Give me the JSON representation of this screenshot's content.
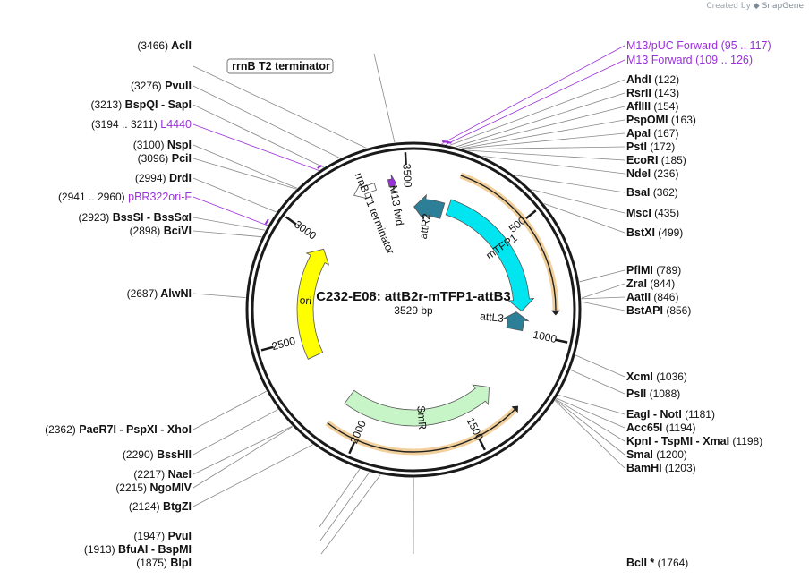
{
  "credit": {
    "prefix": "Created by",
    "brand": "SnapGene"
  },
  "title": "C232-E08: attB2r-mTFP1-attB3",
  "length_label": "3529 bp",
  "total_bp": 3529,
  "colors": {
    "backbone": "#1a1a1a",
    "primer": "#9b30d9",
    "attR2": "#2d7f98",
    "mTFP1": "#00e5ef",
    "ori": "#ffff00",
    "SmR": "#c8f5c8",
    "highlight": "#e8a94a",
    "leader": "#888888"
  },
  "ticks": [
    {
      "bp": 500,
      "label": "500"
    },
    {
      "bp": 1000,
      "label": "1000"
    },
    {
      "bp": 1500,
      "label": "1500"
    },
    {
      "bp": 2000,
      "label": "2000"
    },
    {
      "bp": 2500,
      "label": "2500"
    },
    {
      "bp": 3000,
      "label": "3000"
    },
    {
      "bp": 3500,
      "label": "3500"
    }
  ],
  "features": [
    {
      "id": "attR2",
      "label": "attR2",
      "start": 3,
      "end": 160,
      "color": "#2d7f98",
      "dir": -1
    },
    {
      "id": "mTFP1",
      "label": "mTFP1",
      "start": 185,
      "end": 890,
      "color": "#00e5ef",
      "dir": 1
    },
    {
      "id": "attL3",
      "label": "attL3",
      "start": 895,
      "end": 990,
      "color": "#2d7f98",
      "dir": -1
    },
    {
      "id": "SmR",
      "label": "SmR",
      "start": 1330,
      "end": 2120,
      "color": "#c8f5c8",
      "dir": -1
    },
    {
      "id": "ori",
      "label": "ori",
      "start": 2400,
      "end": 2980,
      "color": "#ffff00",
      "dir": 1
    },
    {
      "id": "rrnB T1 terminator",
      "label": "rrnB T1 terminator",
      "start": 3260,
      "end": 3360,
      "color": "#ffffff",
      "dir": -1
    },
    {
      "id": "M13 fwd",
      "label": "M13 fwd",
      "start": 3420,
      "end": 3450,
      "color": "#9b30d9",
      "dir": 1
    }
  ],
  "left_labels": [
    {
      "pos": "(3466)",
      "names": [
        "AclI"
      ]
    },
    {
      "pos": "",
      "names": [
        "rrnB T2 terminator"
      ],
      "boxed": true
    },
    {
      "pos": "(3276)",
      "names": [
        "PvuII"
      ]
    },
    {
      "pos": "(3213)",
      "names": [
        "BspQI",
        "SapI"
      ]
    },
    {
      "pos": "(3194 .. 3211)",
      "names": [
        "L4440"
      ],
      "primer": true
    },
    {
      "pos": "(3100)",
      "names": [
        "NspI"
      ]
    },
    {
      "pos": "(3096)",
      "names": [
        "PciI"
      ]
    },
    {
      "pos": "(2994)",
      "names": [
        "DrdI"
      ]
    },
    {
      "pos": "(2941 .. 2960)",
      "names": [
        "pBR322ori-F"
      ],
      "primer": true
    },
    {
      "pos": "(2923)",
      "names": [
        "BssSI",
        "BssSαI"
      ]
    },
    {
      "pos": "(2898)",
      "names": [
        "BciVI"
      ]
    },
    {
      "pos": "(2687)",
      "names": [
        "AlwNI"
      ]
    },
    {
      "pos": "(2362)",
      "names": [
        "PaeR7I",
        "PspXI",
        "XhoI"
      ]
    },
    {
      "pos": "(2290)",
      "names": [
        "BssHII"
      ]
    },
    {
      "pos": "(2217)",
      "names": [
        "NaeI"
      ]
    },
    {
      "pos": "(2215)",
      "names": [
        "NgoMIV"
      ]
    },
    {
      "pos": "(2124)",
      "names": [
        "BtgZI"
      ]
    },
    {
      "pos": "(1947)",
      "names": [
        "PvuI"
      ]
    },
    {
      "pos": "(1913)",
      "names": [
        "BfuAI",
        "BspMI"
      ]
    },
    {
      "pos": "(1875)",
      "names": [
        "BlpI"
      ]
    }
  ],
  "right_labels": [
    {
      "pos": "(95 .. 117)",
      "names": [
        "M13/pUC Forward"
      ],
      "primer": true
    },
    {
      "pos": "(109 .. 126)",
      "names": [
        "M13 Forward"
      ],
      "primer": true
    },
    {
      "pos": "(122)",
      "names": [
        "AhdI"
      ]
    },
    {
      "pos": "(143)",
      "names": [
        "RsrII"
      ]
    },
    {
      "pos": "(154)",
      "names": [
        "AflIII"
      ]
    },
    {
      "pos": "(163)",
      "names": [
        "PspOMI"
      ]
    },
    {
      "pos": "(167)",
      "names": [
        "ApaI"
      ]
    },
    {
      "pos": "(172)",
      "names": [
        "PstI"
      ]
    },
    {
      "pos": "(185)",
      "names": [
        "EcoRI"
      ]
    },
    {
      "pos": "(236)",
      "names": [
        "NdeI"
      ]
    },
    {
      "pos": "(362)",
      "names": [
        "BsaI"
      ]
    },
    {
      "pos": "(435)",
      "names": [
        "MscI"
      ]
    },
    {
      "pos": "(499)",
      "names": [
        "BstXI"
      ]
    },
    {
      "pos": "(789)",
      "names": [
        "PflMI"
      ]
    },
    {
      "pos": "(844)",
      "names": [
        "ZraI"
      ]
    },
    {
      "pos": "(846)",
      "names": [
        "AatII"
      ]
    },
    {
      "pos": "(856)",
      "names": [
        "BstAPI"
      ]
    },
    {
      "pos": "(1036)",
      "names": [
        "XcmI"
      ]
    },
    {
      "pos": "(1088)",
      "names": [
        "PsII"
      ]
    },
    {
      "pos": "(1181)",
      "names": [
        "EagI",
        "NotI"
      ]
    },
    {
      "pos": "(1194)",
      "names": [
        "Acc65I"
      ]
    },
    {
      "pos": "(1198)",
      "names": [
        "KpnI",
        "TspMI",
        "XmaI"
      ]
    },
    {
      "pos": "(1200)",
      "names": [
        "SmaI"
      ]
    },
    {
      "pos": "(1203)",
      "names": [
        "BamHI"
      ]
    },
    {
      "pos": "(1764)",
      "names": [
        "BclI *"
      ]
    }
  ]
}
